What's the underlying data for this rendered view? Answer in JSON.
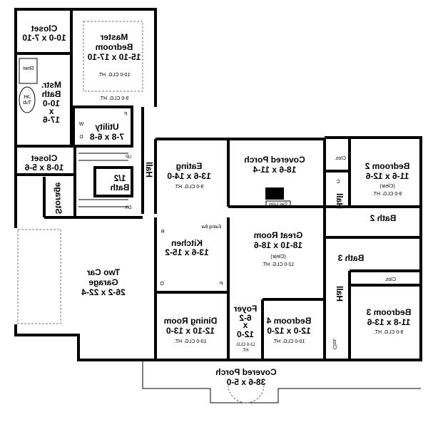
{
  "rooms": {
    "closet_master": {
      "name": "Closet",
      "size": "10-0 x 7-10"
    },
    "master_bedroom": {
      "name1": "Master",
      "name2": "Bedroom",
      "size": "15-10 x 17-10",
      "tray_ceiling": "10-0 CLG. HT.",
      "ceiling": "9-0 CLG. HT."
    },
    "shower": {
      "name": "Shwr"
    },
    "jet_tub": {
      "name1": "Jet",
      "name2": "Tub"
    },
    "master_bath": {
      "name1": "Mstr.",
      "name2": "Bath",
      "size1": "10-0",
      "size2": "x",
      "size3": "17-6"
    },
    "utility": {
      "name": "Utility",
      "size": "7-8 x 6-8",
      "w": "W",
      "d": "D",
      "f": "F"
    },
    "closet_2": {
      "name": "Closet",
      "size": "10-8 x 5-6"
    },
    "half_bath": {
      "name1": "1/2",
      "name2": "Bath"
    },
    "hall_left": {
      "name": "Hall"
    },
    "storage": {
      "name": "Storage"
    },
    "stairs": {
      "up": "UP",
      "down": "DN"
    },
    "eating": {
      "name": "Eating",
      "size": "13-6 x 14-0",
      "ceiling": "9-0 CLG. HT."
    },
    "covered_porch_rear": {
      "name": "Covered Porch",
      "size": "18-6 x 11-4"
    },
    "fireplace": {
      "label": "Gas Logs"
    },
    "kitchen": {
      "name": "Kitchen",
      "size": "13-6 x 15-2",
      "eating_bar": "Eating Bar",
      "r": "R",
      "o": "O",
      "p": "P"
    },
    "great_room": {
      "name": "Great Room",
      "size": "18-10 x 18-6",
      "note": "(Clear)",
      "ceiling": "12-0 CLG. HT."
    },
    "dining_room": {
      "name": "Dining Room",
      "size": "12-10 x 13-0",
      "ceiling": "10-0 CLG. HT."
    },
    "foyer": {
      "name": "Foyer",
      "size1": "6-2",
      "size2": "x",
      "size3": "12-0",
      "ceiling1": "12-0 CLG.",
      "ceiling2": "HT."
    },
    "bedroom_4": {
      "name": "Bedroom 4",
      "size": "12-0 x 12-0",
      "ceiling": "10-0 CLG. HT."
    },
    "garage": {
      "name1": "Two Car",
      "name2": "Garage",
      "size": "26-2 x 22-4"
    },
    "bedroom_2": {
      "name": "Bedroom 2",
      "size": "11-6 x 12-6",
      "note": "(Clear)",
      "ceiling": "9-0 CLG. HT."
    },
    "clos_b2": {
      "name": "Clos."
    },
    "linen": {
      "name": "C"
    },
    "hall_right_1": {
      "name": "Hall"
    },
    "bath_2": {
      "name": "Bath 2"
    },
    "bath_3": {
      "name": "Bath 3"
    },
    "clos_b3": {
      "name": "Clos."
    },
    "hall_right_2": {
      "name": "Hall"
    },
    "bedroom_3": {
      "name": "Bedroom 3",
      "size": "11-8 x 13-6",
      "ceiling": "9-0 CLG. HT."
    },
    "clos_b4": {
      "name": "Clos."
    },
    "covered_porch_front": {
      "name": "Covered Porch",
      "size": "38-6 x 5-0"
    }
  }
}
